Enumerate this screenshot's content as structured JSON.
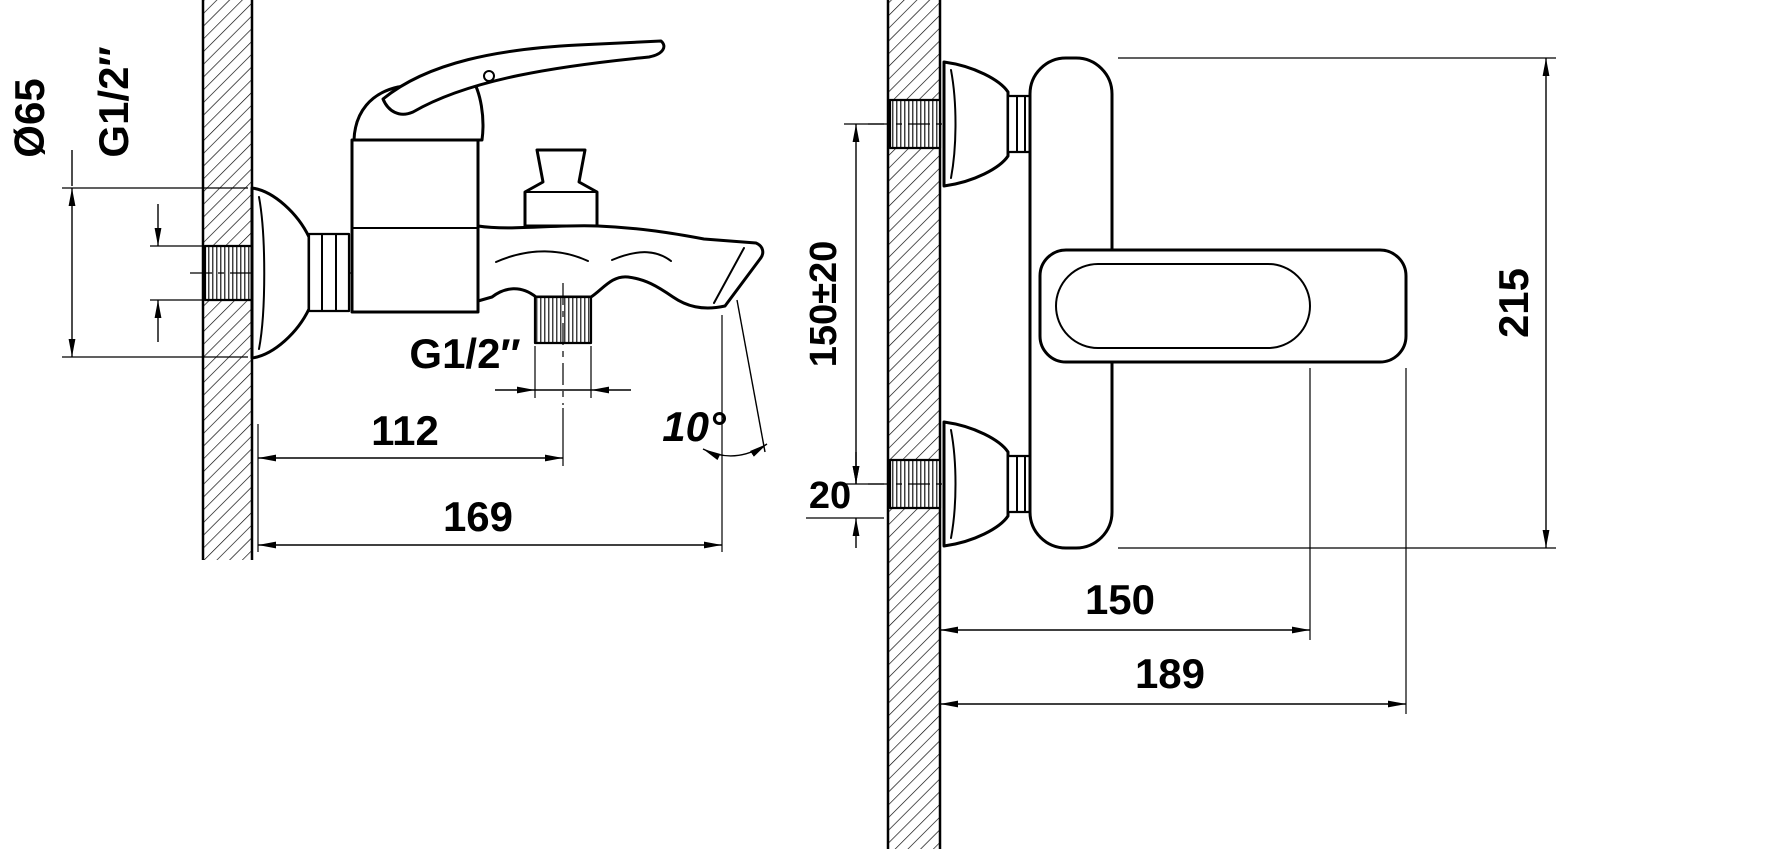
{
  "colors": {
    "line": "#000000",
    "background": "#ffffff"
  },
  "side_view": {
    "labels": {
      "flange_diameter": "Ø65",
      "inlet_thread": "G1/2″",
      "outlet_thread": "G1/2″",
      "outlet_offset": "112",
      "spout_reach": "169",
      "spout_angle": "10°"
    }
  },
  "front_view": {
    "labels": {
      "inlet_spacing": "150±20",
      "spacing_tolerance": "20",
      "body_height": "215",
      "handle_center": "150",
      "overall_width": "189"
    }
  }
}
